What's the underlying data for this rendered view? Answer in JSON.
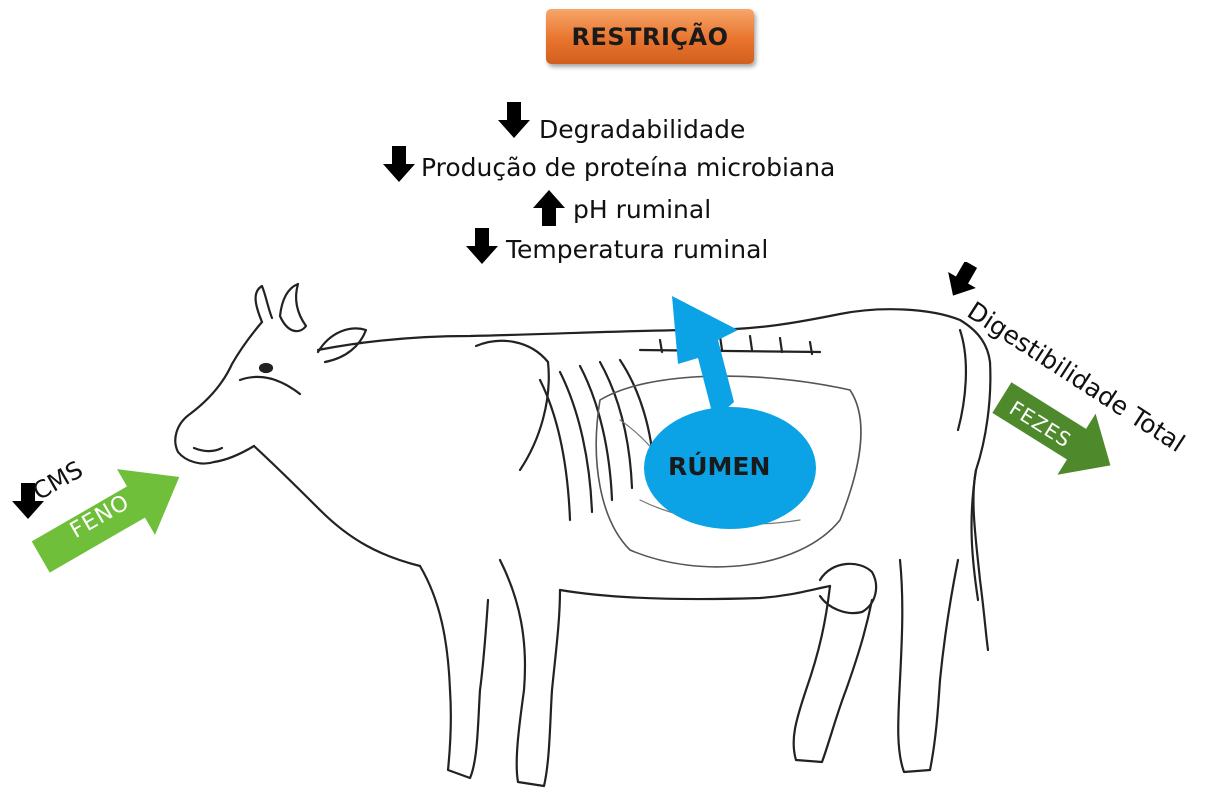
{
  "title": "RESTRIÇÃO",
  "effects": [
    {
      "direction": "down",
      "text": "Degradabilidade"
    },
    {
      "direction": "down",
      "text": "Produção de proteína microbiana"
    },
    {
      "direction": "up",
      "text": "pH ruminal"
    },
    {
      "direction": "down",
      "text": "Temperatura ruminal"
    }
  ],
  "rumen": {
    "label": "RÚMEN",
    "color": "#0ba3e6"
  },
  "intake": {
    "label": "FENO",
    "effect_label": "CMS",
    "effect_direction": "down",
    "color": "#6fbf3a"
  },
  "output": {
    "label": "FEZES",
    "effect_label": "Digestibilidade Total",
    "effect_direction": "down",
    "color": "#4e8a2c"
  }
}
